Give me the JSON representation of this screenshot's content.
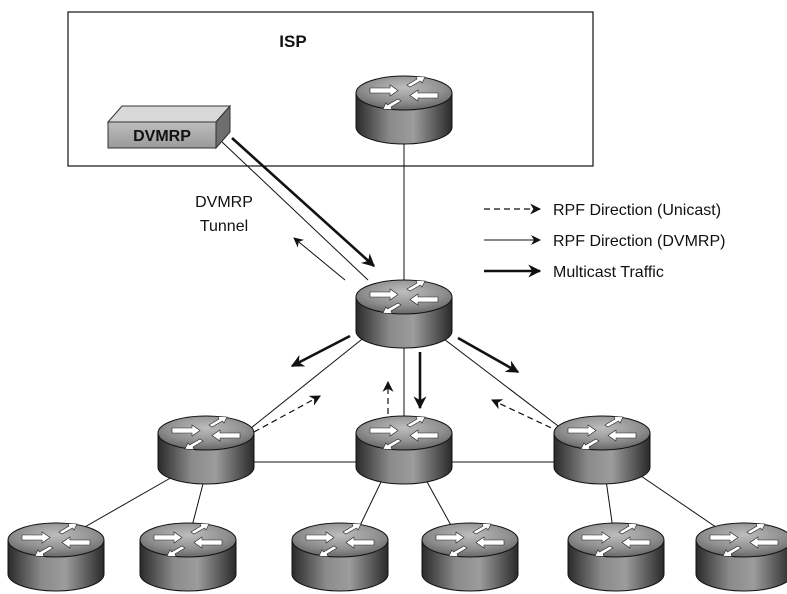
{
  "isp": {
    "title": "ISP"
  },
  "dvmrp_box": {
    "label": "DVMRP"
  },
  "tunnel": {
    "line1": "DVMRP",
    "line2": "Tunnel"
  },
  "legend": {
    "items": [
      {
        "style": "dashed",
        "label": "RPF Direction (Unicast)"
      },
      {
        "style": "thin",
        "label": "RPF Direction (DVMRP)"
      },
      {
        "style": "thick",
        "label": "Multicast Traffic"
      }
    ]
  },
  "icons": {
    "router": "router-icon",
    "dvmrp_device": "dvmrp-device-icon"
  }
}
